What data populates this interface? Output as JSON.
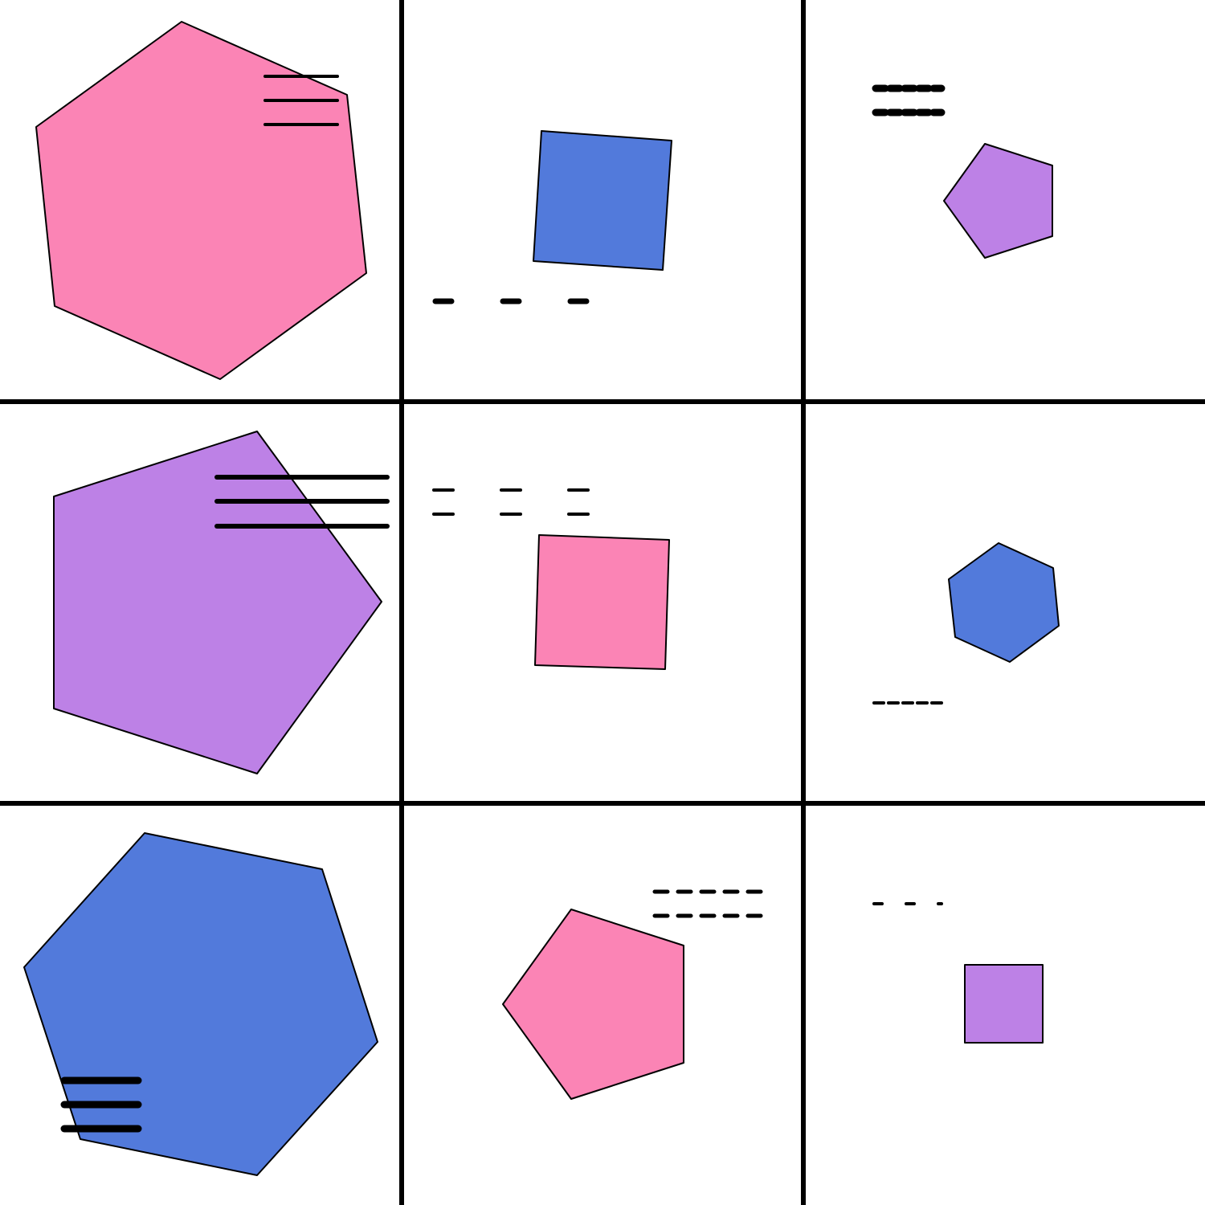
{
  "colors": {
    "background": "#ffffff",
    "grid_line": "#000000",
    "outline": "#000000",
    "pink": "#fb84b5",
    "blue": "#527adb",
    "purple": "#bd81e6"
  },
  "grid": {
    "rows": 3,
    "columns": 3
  },
  "cells": [
    {
      "row": 0,
      "col": 0,
      "shape": "hexagon",
      "fill": "pink",
      "size": "large",
      "marks": {
        "count": 3,
        "style": "solid",
        "weight": "thin"
      }
    },
    {
      "row": 0,
      "col": 1,
      "shape": "square",
      "fill": "blue",
      "size": "medium",
      "marks": {
        "count": 1,
        "style": "dashed",
        "weight": "thick"
      }
    },
    {
      "row": 0,
      "col": 2,
      "shape": "pentagon",
      "fill": "purple",
      "size": "small",
      "marks": {
        "count": 2,
        "style": "dotted",
        "weight": "thick"
      }
    },
    {
      "row": 1,
      "col": 0,
      "shape": "pentagon",
      "fill": "purple",
      "size": "large",
      "marks": {
        "count": 3,
        "style": "solid",
        "weight": "thick"
      }
    },
    {
      "row": 1,
      "col": 1,
      "shape": "square",
      "fill": "pink",
      "size": "medium",
      "marks": {
        "count": 2,
        "style": "dashed",
        "weight": "thin"
      }
    },
    {
      "row": 1,
      "col": 2,
      "shape": "hexagon",
      "fill": "blue",
      "size": "small",
      "marks": {
        "count": 1,
        "style": "dashed",
        "weight": "thin"
      }
    },
    {
      "row": 2,
      "col": 0,
      "shape": "hexagon",
      "fill": "blue",
      "size": "large",
      "marks": {
        "count": 3,
        "style": "solid",
        "weight": "heavy"
      }
    },
    {
      "row": 2,
      "col": 1,
      "shape": "pentagon",
      "fill": "pink",
      "size": "medium",
      "marks": {
        "count": 2,
        "style": "dashed",
        "weight": "thin"
      }
    },
    {
      "row": 2,
      "col": 2,
      "shape": "square",
      "fill": "purple",
      "size": "small",
      "marks": {
        "count": 1,
        "style": "dashed",
        "weight": "thin"
      }
    }
  ]
}
